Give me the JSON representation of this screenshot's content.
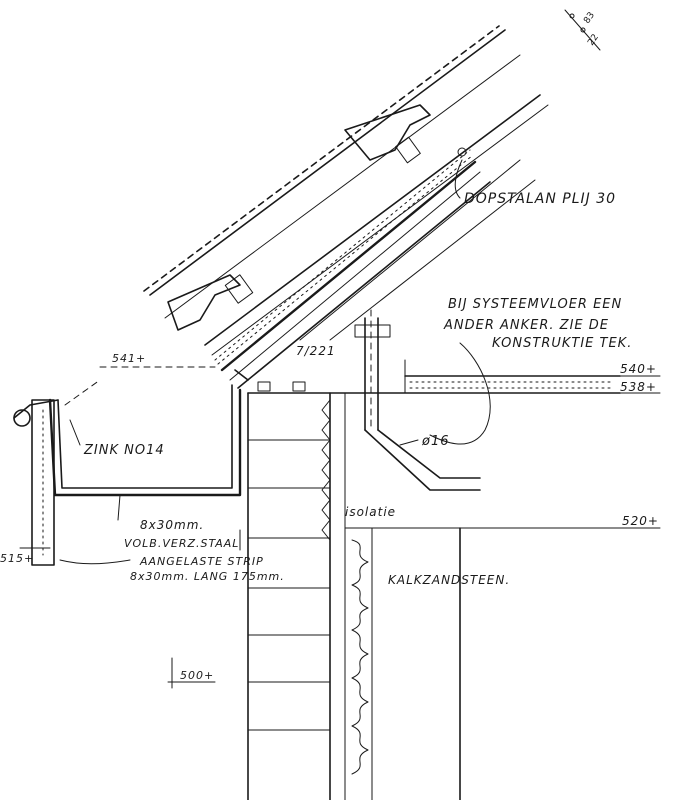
{
  "labels": {
    "dim_top_1": "83",
    "dim_top_2": "22",
    "roof_tile": "DOPSTALAN PLIJ 30",
    "system_floor_line1": "BIJ SYSTEEMVLOER EEN",
    "system_floor_line2": "ANDER ANKER. ZIE DE",
    "system_floor_line3": "KONSTRUKTIE TEK.",
    "level_541": "541+",
    "slope": "7/221",
    "level_540": "540+",
    "level_538": "538+",
    "zink": "ZINK NO14",
    "anchor": "ø16",
    "isolatie": "isolatie",
    "level_520": "520+",
    "strip_line1": "8x30mm.",
    "strip_line2": "VOLB.VERZ.STAAL",
    "strip2_line1": "AANGELASTE STRIP",
    "strip2_line2": "8x30mm. LANG 175mm.",
    "level_515": "515+",
    "kalkzandsteen": "KALKZANDSTEEN.",
    "level_500": "500+"
  }
}
